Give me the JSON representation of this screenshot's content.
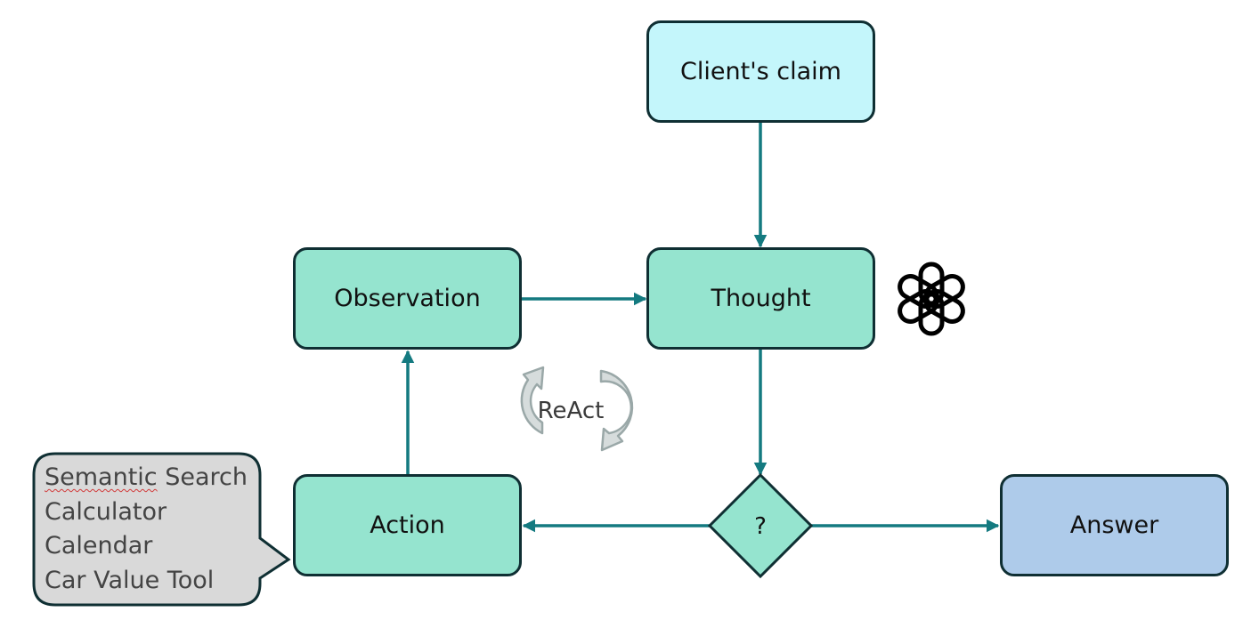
{
  "nodes": {
    "claim": {
      "label": "Client's claim",
      "fill": "#c4f6fb"
    },
    "observation": {
      "label": "Observation",
      "fill": "#95e4cf"
    },
    "thought": {
      "label": "Thought",
      "fill": "#95e4cf"
    },
    "action": {
      "label": "Action",
      "fill": "#95e4cf"
    },
    "answer": {
      "label": "Answer",
      "fill": "#aecbea"
    },
    "decision": {
      "label": "?",
      "fill": "#95e4cf"
    }
  },
  "loop_label": "ReAct",
  "tools": {
    "items": [
      {
        "first": "Semantic",
        "rest": " Search"
      },
      {
        "first": "Calculator",
        "rest": ""
      },
      {
        "first": "Calendar",
        "rest": ""
      },
      {
        "first": "Car Value Tool",
        "rest": ""
      }
    ],
    "fill": "#d9d9d9"
  },
  "icons": {
    "llm": "openai-logo-icon",
    "loop": "cycle-arrows-icon"
  },
  "colors": {
    "connector": "#147a80",
    "border": "#0f2f33",
    "loop_arrow": "#d6dcdc",
    "loop_arrow_edge": "#9aa8a8"
  }
}
